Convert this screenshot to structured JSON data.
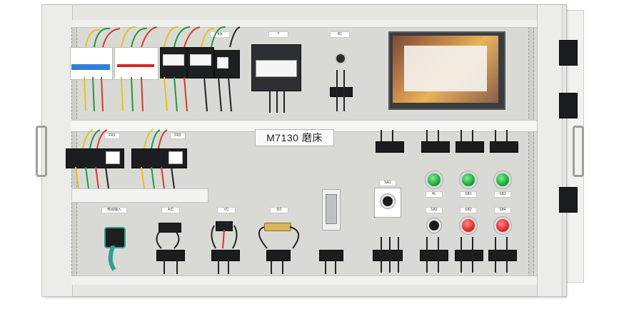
{
  "panel": {
    "title": "M7130 磨床"
  },
  "labels": {
    "fr1": "FR1",
    "fr2": "FR2",
    "sa1": "SA1",
    "sa2": "SA2",
    "sb1": "SB1",
    "sb2": "SB2",
    "sb3": "SB3",
    "sb4": "SB4",
    "hl": "HL",
    "ac": "A/C",
    "vc": "VC",
    "r2": "R2",
    "r1": "R1",
    "power_in": "电源输入",
    "t": "T",
    "ka": "KA"
  },
  "colors": {
    "panel_bg": "#e6e7e3",
    "lamp_green": "#1ea83c",
    "lamp_red": "#e3282c",
    "breaker_blue": "#2f7fd8",
    "terminal_black": "#1b1c1e"
  }
}
